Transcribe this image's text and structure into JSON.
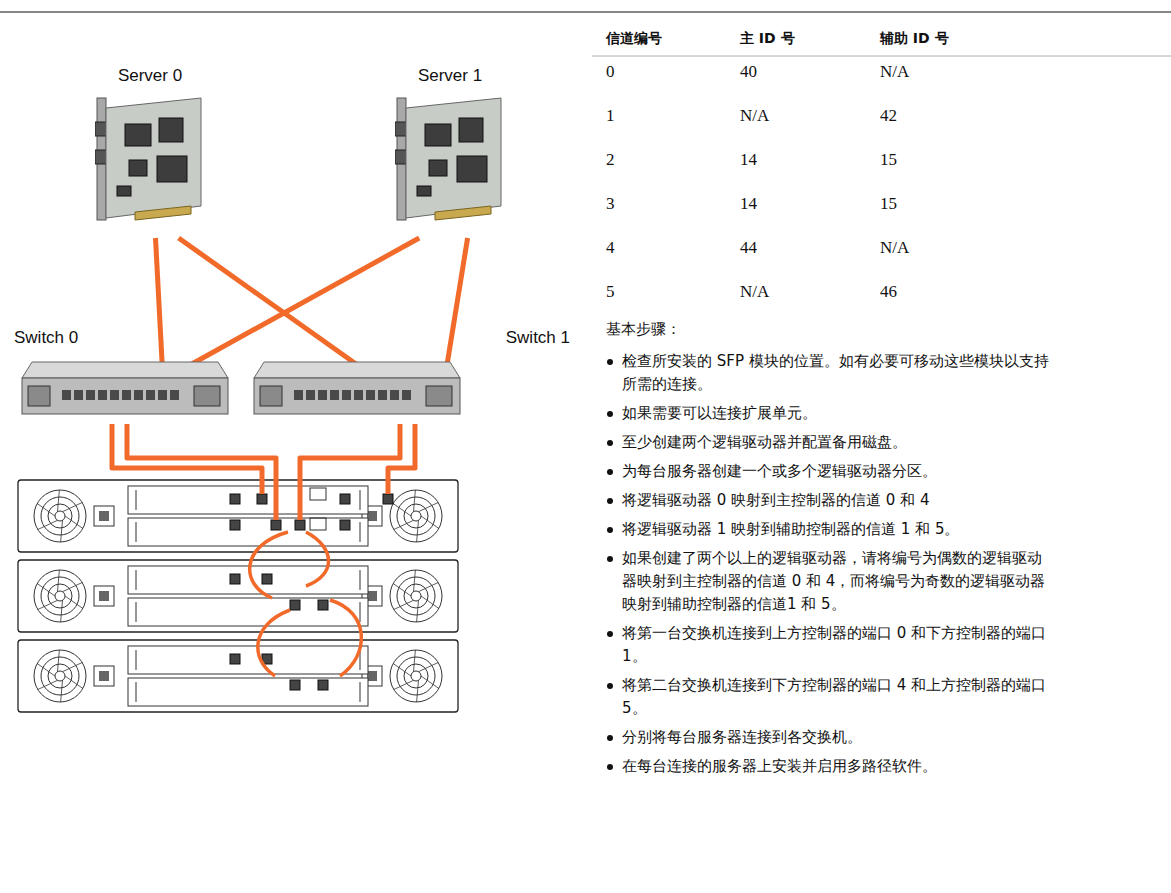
{
  "diagram": {
    "nodes": [
      {
        "text": [
          "Server 0"
        ]
      },
      {
        "text": [
          "Server 1"
        ]
      },
      {
        "text": [
          "Switch 0"
        ]
      },
      {
        "text": [
          "Switch 1"
        ]
      }
    ],
    "edges": [
      {
        "from": 0,
        "to": 2,
        "arrow": "none"
      },
      {
        "from": 0,
        "to": 3,
        "arrow": "none"
      },
      {
        "from": 1,
        "to": 2,
        "arrow": "none"
      },
      {
        "from": 1,
        "to": 3,
        "arrow": "none"
      }
    ],
    "labels": [
      "信道编号",
      "主 ID 号",
      "辅助 ID 号",
      "0",
      "40",
      "N/A",
      "1",
      "N/A",
      "42",
      "2",
      "14",
      "15",
      "3",
      "14",
      "15",
      "4",
      "44",
      "N/A",
      "5",
      "N/A",
      "46",
      "基本步骤：",
      "检查所安装的 SFP 模块的位置。如有必要可移动这些模块以支持所需的连接。",
      "如果需要可以连接扩展单元。",
      "至少创建两个逻辑驱动器并配置备用磁盘。",
      "为每台服务器创建一个或多个逻辑驱动器分区。",
      "将逻辑驱动器 0 映射到主控制器的信道 0 和 4",
      "将逻辑驱动器 1 映射到辅助控制器的信道 1 和 5。",
      "如果创建了两个以上的逻辑驱动器，请将编号为偶数的逻辑驱动器映射到主控制器的信道 0 和 4，而将编号为奇数的逻辑驱动器映射到辅助控制器的信道1 和 5。",
      "将第一台交换机连接到上方控制器的端口 0 和下方控制器的端口 1。",
      "将第二台交换机连接到下方控制器的端口 4 和上方控制器的端口 5。",
      "分别将每台服务器连接到各交换机。",
      "在每台连接的服务器上安装并启用多路径软件。"
    ]
  }
}
